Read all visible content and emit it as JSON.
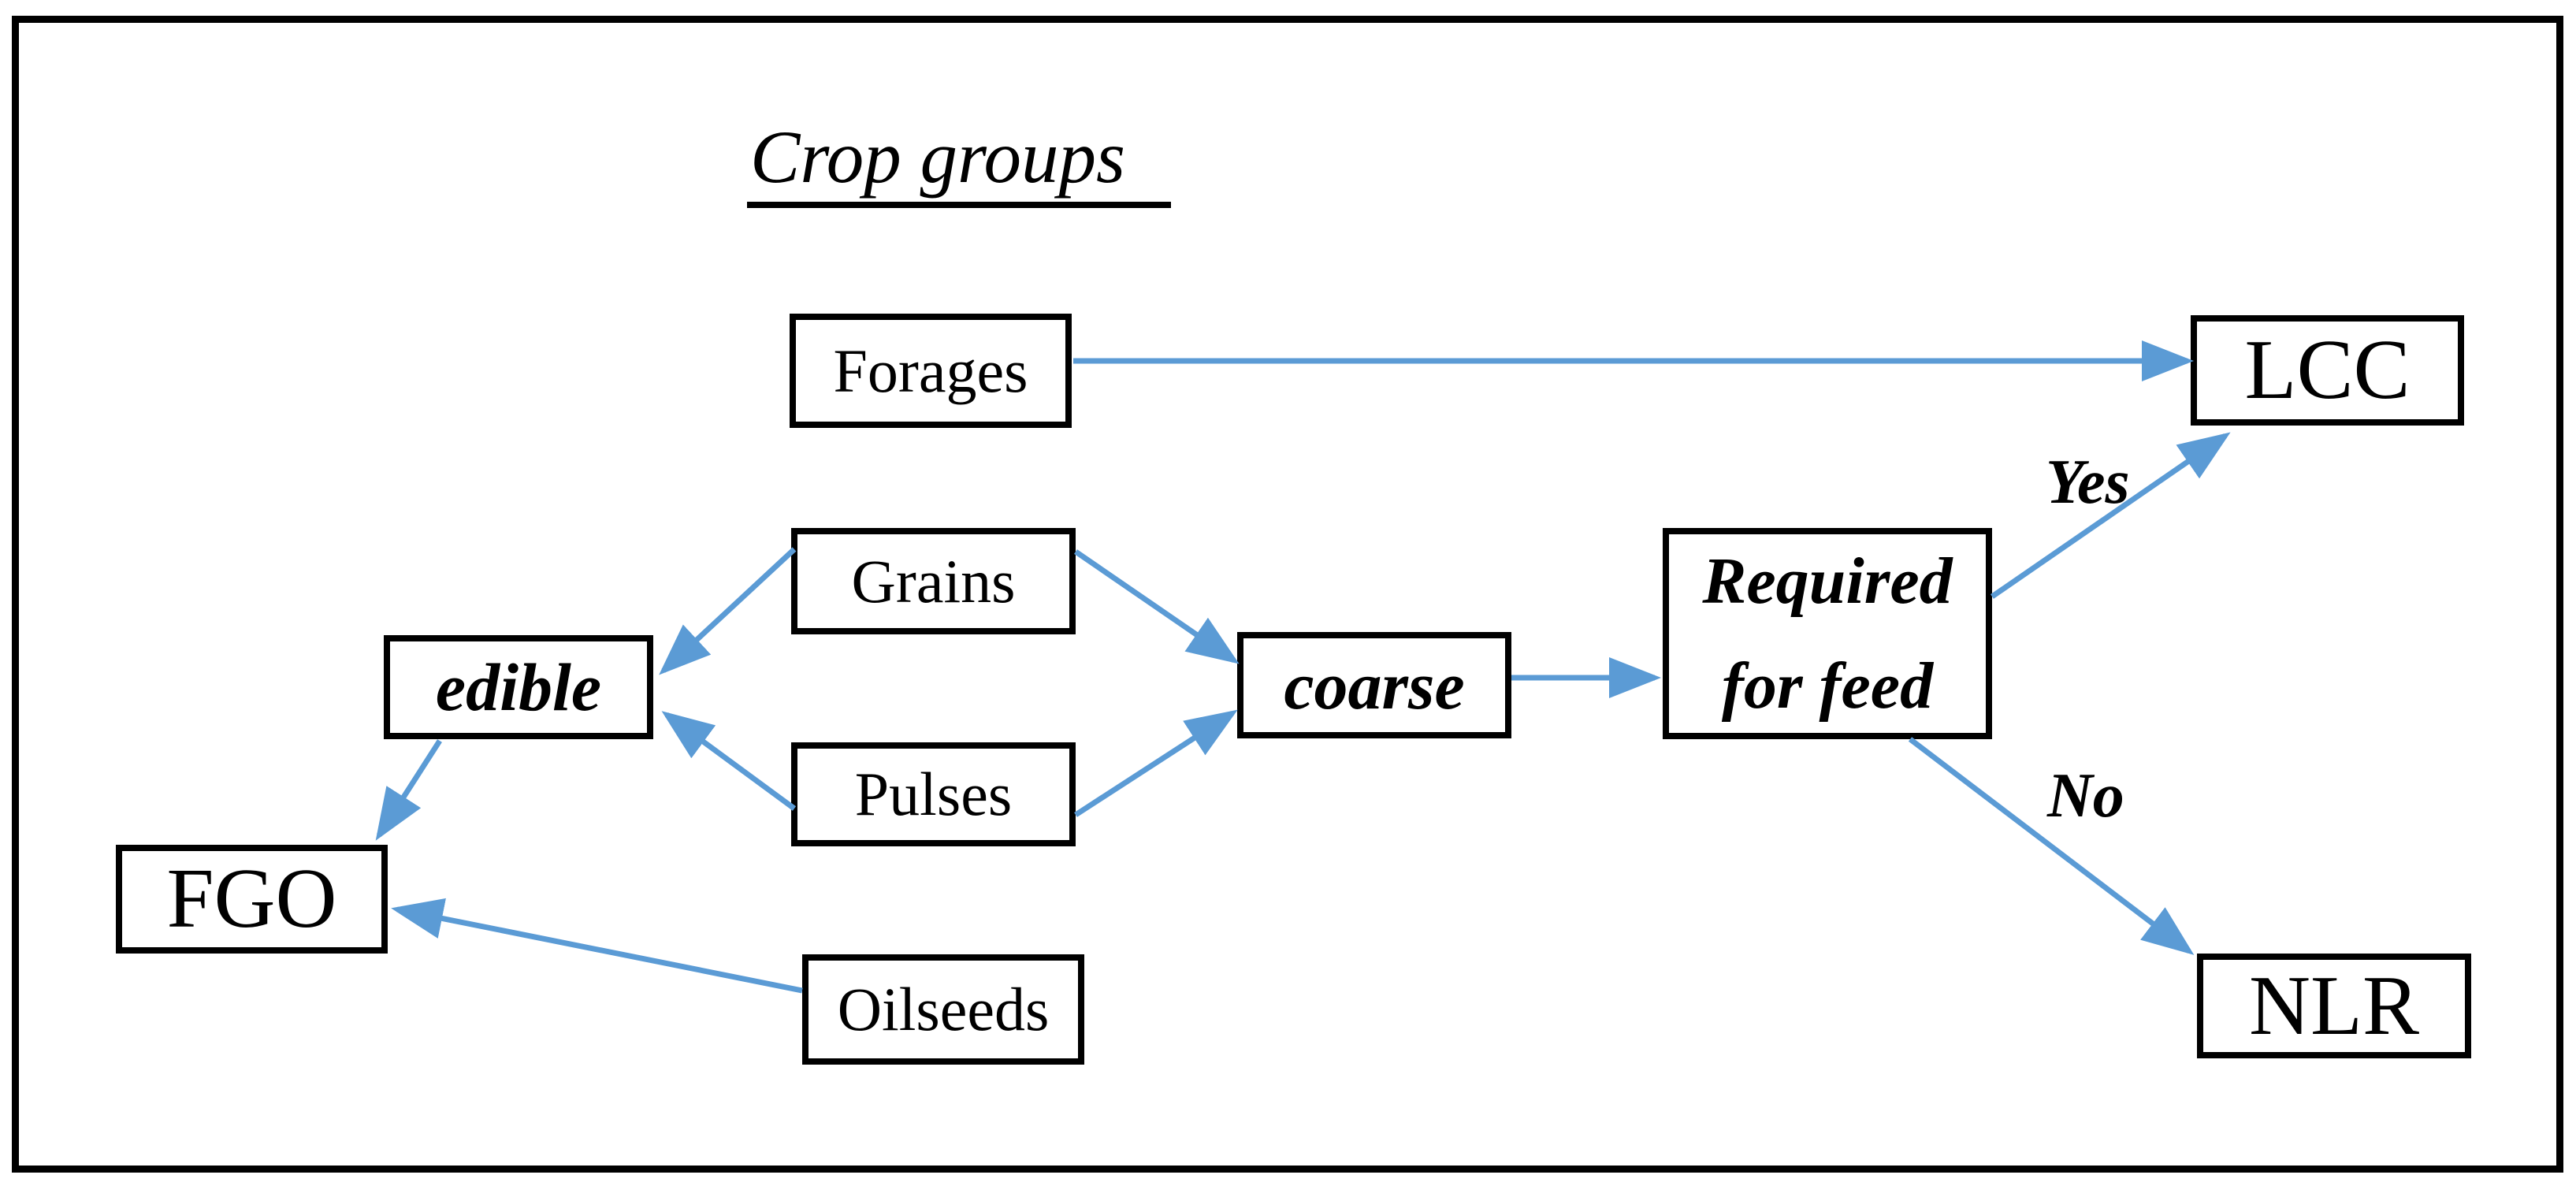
{
  "diagram": {
    "title": "Crop groups",
    "nodes": {
      "forages": {
        "label": "Forages"
      },
      "grains": {
        "label": "Grains"
      },
      "pulses": {
        "label": "Pulses"
      },
      "oilseeds": {
        "label": "Oilseeds"
      },
      "edible": {
        "label": "edible"
      },
      "coarse": {
        "label": "coarse"
      },
      "required": {
        "line1": "Required",
        "line2": "for feed"
      },
      "lcc": {
        "label": "LCC"
      },
      "nlr": {
        "label": "NLR"
      },
      "fgo": {
        "label": "FGO"
      }
    },
    "edge_labels": {
      "yes": "Yes",
      "no": "No"
    },
    "edges": [
      {
        "from": "Forages",
        "to": "LCC"
      },
      {
        "from": "Grains",
        "to": "edible"
      },
      {
        "from": "Pulses",
        "to": "edible"
      },
      {
        "from": "Grains",
        "to": "coarse"
      },
      {
        "from": "Pulses",
        "to": "coarse"
      },
      {
        "from": "edible",
        "to": "FGO"
      },
      {
        "from": "Oilseeds",
        "to": "FGO"
      },
      {
        "from": "coarse",
        "to": "Required for feed"
      },
      {
        "from": "Required for feed",
        "to": "LCC",
        "label": "Yes"
      },
      {
        "from": "Required for feed",
        "to": "NLR",
        "label": "No"
      }
    ],
    "colors": {
      "arrow": "#5B9BD5",
      "border": "#000000",
      "background": "#FFFFFF"
    }
  }
}
